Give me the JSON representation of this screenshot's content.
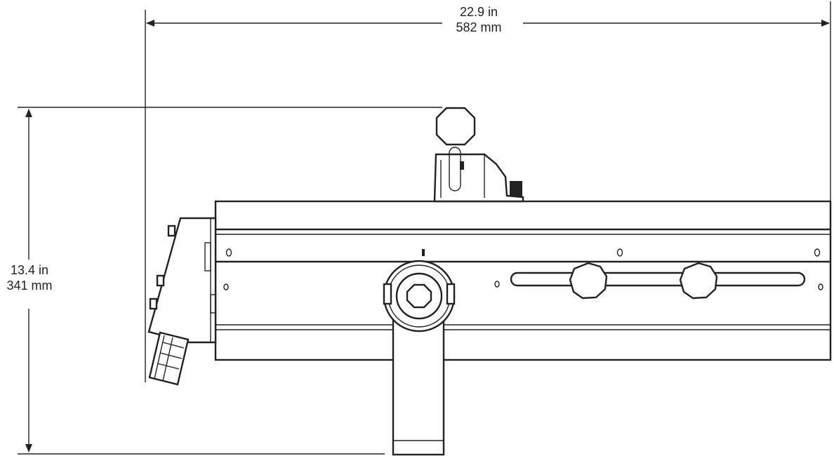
{
  "dimensions": {
    "width": {
      "imperial": "22.9 in",
      "metric": "582 mm"
    },
    "height": {
      "imperial": "13.4 in",
      "metric": "341 mm"
    }
  },
  "colors": {
    "line": "#222222",
    "background": "#ffffff"
  }
}
